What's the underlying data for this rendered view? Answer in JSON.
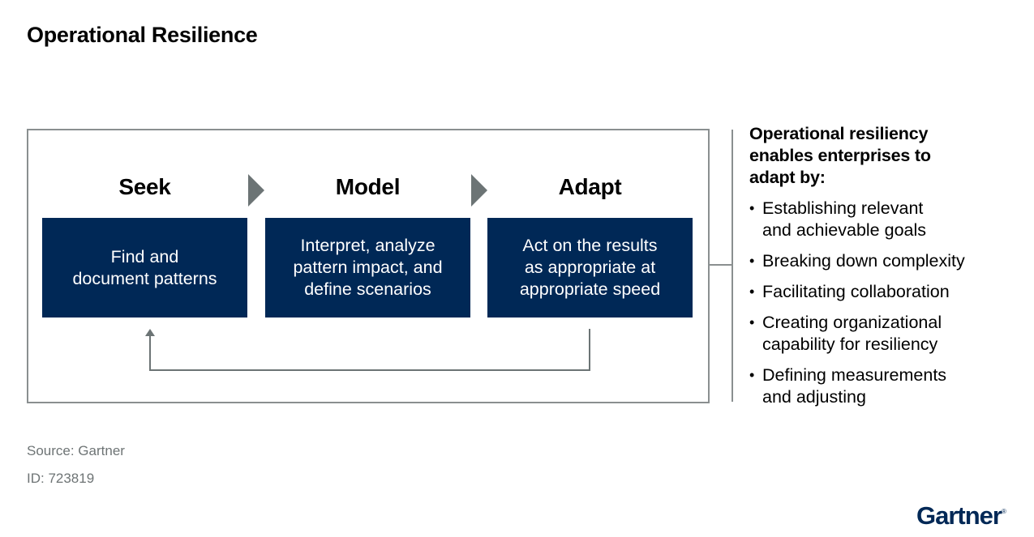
{
  "title": "Operational Resilience",
  "steps": [
    {
      "label": "Seek",
      "lines": [
        "Find and",
        "document patterns"
      ]
    },
    {
      "label": "Model",
      "lines": [
        "Interpret, analyze",
        "pattern impact, and",
        "define scenarios"
      ]
    },
    {
      "label": "Adapt",
      "lines": [
        "Act on the results",
        "as appropriate at",
        "appropriate speed"
      ]
    }
  ],
  "side_panel": {
    "heading_lines": [
      "Operational resiliency",
      "enables enterprises to",
      "adapt by:"
    ],
    "bullets": [
      {
        "lines": [
          "Establishing relevant",
          "and achievable goals"
        ]
      },
      {
        "lines": [
          "Breaking down complexity"
        ]
      },
      {
        "lines": [
          "Facilitating collaboration"
        ]
      },
      {
        "lines": [
          "Creating organizational",
          "capability for resiliency"
        ]
      },
      {
        "lines": [
          "Defining measurements",
          "and adjusting"
        ]
      }
    ]
  },
  "footer": {
    "source": "Source: Gartner",
    "id": "ID: 723819"
  },
  "logo": {
    "text": "Gartner",
    "mark": "®"
  },
  "colors": {
    "box_fill": "#002856",
    "box_text": "#ffffff",
    "connector": "#6c7475",
    "frame": "#8a8f90",
    "footer_text": "#6e7475"
  }
}
